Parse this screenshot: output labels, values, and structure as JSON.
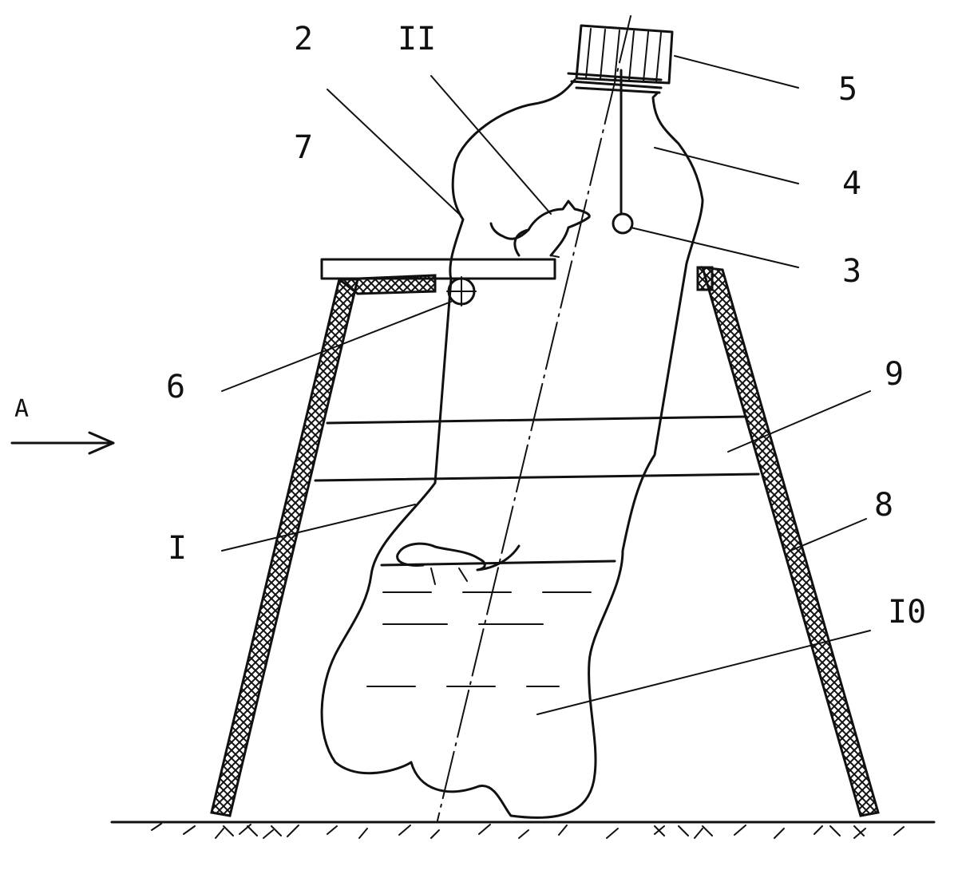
{
  "labels": {
    "l2": "2",
    "l11": "II",
    "l7": "7",
    "l5": "5",
    "l4": "4",
    "l3": "3",
    "l6": "6",
    "l9": "9",
    "l8": "8",
    "l1": "I",
    "l10": "I0",
    "arrow_a": "A"
  }
}
